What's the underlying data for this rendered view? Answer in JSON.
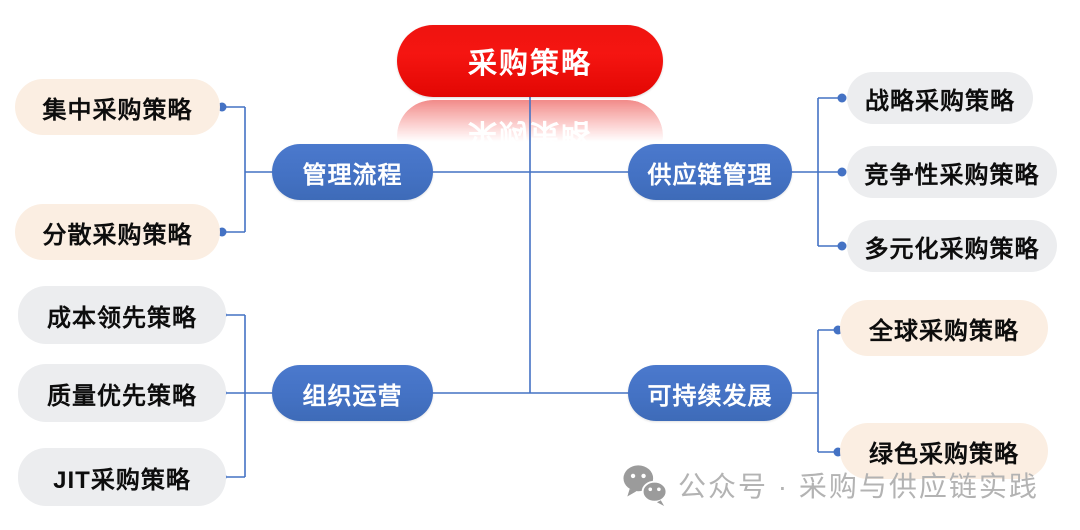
{
  "root": {
    "label": "采购策略"
  },
  "branches": {
    "top_left": {
      "label": "管理流程",
      "children": [
        "集中采购策略",
        "分散采购策略"
      ]
    },
    "top_right": {
      "label": "供应链管理",
      "children": [
        "战略采购策略",
        "竞争性采购策略",
        "多元化采购策略"
      ]
    },
    "bottom_left": {
      "label": "组织运营",
      "children": [
        "成本领先策略",
        "质量优先策略",
        "JIT采购策略"
      ]
    },
    "bottom_right": {
      "label": "可持续发展",
      "children": [
        "全球采购策略",
        "绿色采购策略"
      ]
    }
  },
  "watermark": {
    "label": "公众号 · 采购与供应链实践",
    "icon": "wechat-icon"
  },
  "colors": {
    "root_red": "#F21410",
    "branch_blue": "#4472C4",
    "child_peach": "#FBEEE2",
    "child_gray": "#ECEDEF",
    "connector_blue": "#4472C4",
    "watermark_gray": "#B3B3B3",
    "background": "#FFFFFF"
  }
}
